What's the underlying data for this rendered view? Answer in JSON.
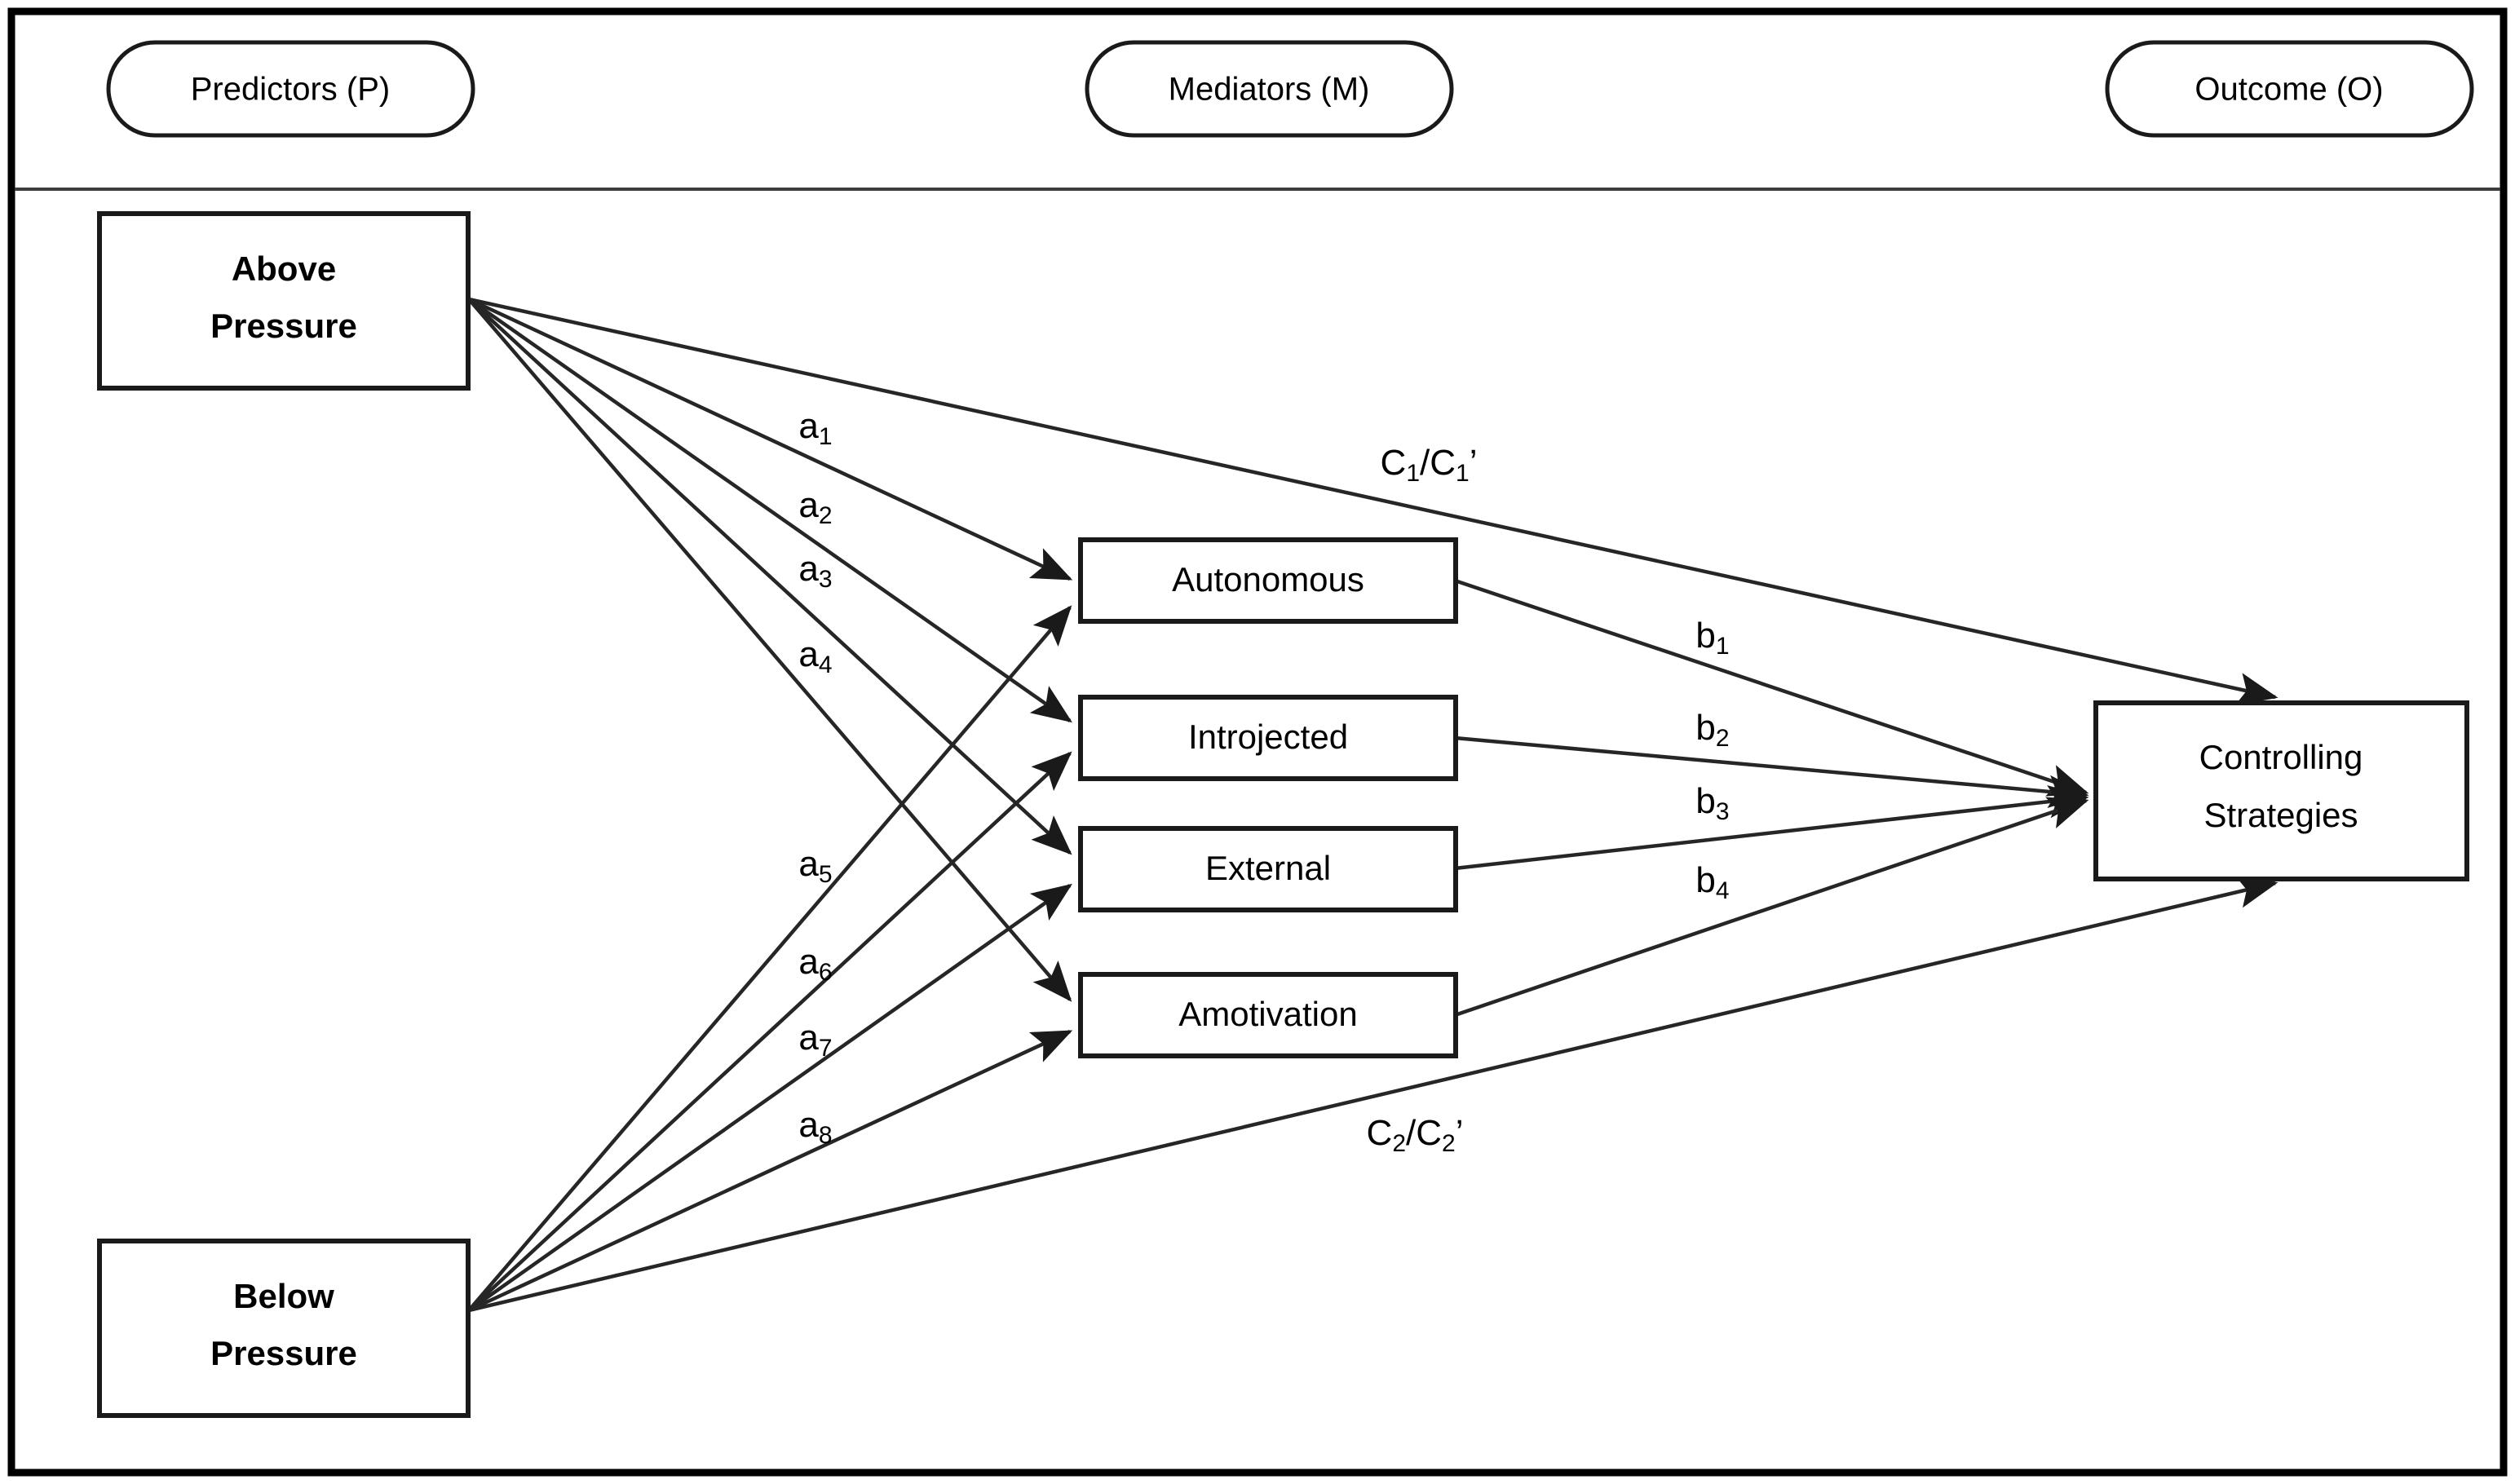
{
  "figure": {
    "title": "Mediation model diagram",
    "type": "path-diagram",
    "background": "#ffffff",
    "line_color": "#262626",
    "box_stroke": "#1a1a1a"
  },
  "columns": [
    {
      "id": "predictors",
      "label": "Predictors (P)"
    },
    {
      "id": "mediators",
      "label": "Mediators (M)"
    },
    {
      "id": "outcome",
      "label": "Outcome (O)"
    }
  ],
  "predictors": [
    {
      "id": "above",
      "line1": "Above",
      "line2": "Pressure"
    },
    {
      "id": "below",
      "line1": "Below",
      "line2": "Pressure"
    }
  ],
  "mediators": [
    {
      "id": "autonomous",
      "label": "Autonomous"
    },
    {
      "id": "introjected",
      "label": "Introjected"
    },
    {
      "id": "external",
      "label": "External"
    },
    {
      "id": "amotivation",
      "label": "Amotivation"
    }
  ],
  "outcome": {
    "id": "controlling",
    "line1": "Controlling",
    "line2": "Strategies"
  },
  "a_paths": [
    {
      "id": "a1",
      "base": "a",
      "sub": "1",
      "from": "above",
      "to": "autonomous"
    },
    {
      "id": "a2",
      "base": "a",
      "sub": "2",
      "from": "above",
      "to": "introjected"
    },
    {
      "id": "a3",
      "base": "a",
      "sub": "3",
      "from": "above",
      "to": "external"
    },
    {
      "id": "a4",
      "base": "a",
      "sub": "4",
      "from": "above",
      "to": "amotivation"
    },
    {
      "id": "a5",
      "base": "a",
      "sub": "5",
      "from": "below",
      "to": "autonomous"
    },
    {
      "id": "a6",
      "base": "a",
      "sub": "6",
      "from": "below",
      "to": "introjected"
    },
    {
      "id": "a7",
      "base": "a",
      "sub": "7",
      "from": "below",
      "to": "external"
    },
    {
      "id": "a8",
      "base": "a",
      "sub": "8",
      "from": "below",
      "to": "amotivation"
    }
  ],
  "b_paths": [
    {
      "id": "b1",
      "base": "b",
      "sub": "1",
      "from": "autonomous",
      "to": "controlling"
    },
    {
      "id": "b2",
      "base": "b",
      "sub": "2",
      "from": "introjected",
      "to": "controlling"
    },
    {
      "id": "b3",
      "base": "b",
      "sub": "3",
      "from": "external",
      "to": "controlling"
    },
    {
      "id": "b4",
      "base": "b",
      "sub": "4",
      "from": "amotivation",
      "to": "controlling"
    }
  ],
  "direct_paths": [
    {
      "id": "c1",
      "base": "C",
      "sub": "1",
      "prime": "/C",
      "prime_sub": "1",
      "tail": "’",
      "from": "above",
      "to": "controlling"
    },
    {
      "id": "c2",
      "base": "C",
      "sub": "2",
      "prime": "/C",
      "prime_sub": "2",
      "tail": "’",
      "from": "below",
      "to": "controlling"
    }
  ],
  "labels": {
    "a1": "a1",
    "a2": "a2",
    "a3": "a3",
    "a4": "a4",
    "a5": "a5",
    "a6": "a6",
    "a7": "a7",
    "a8": "a8",
    "b1": "b1",
    "b2": "b2",
    "b3": "b3",
    "b4": "b4",
    "c1": "C1/C1’",
    "c2": "C2/C2’"
  }
}
